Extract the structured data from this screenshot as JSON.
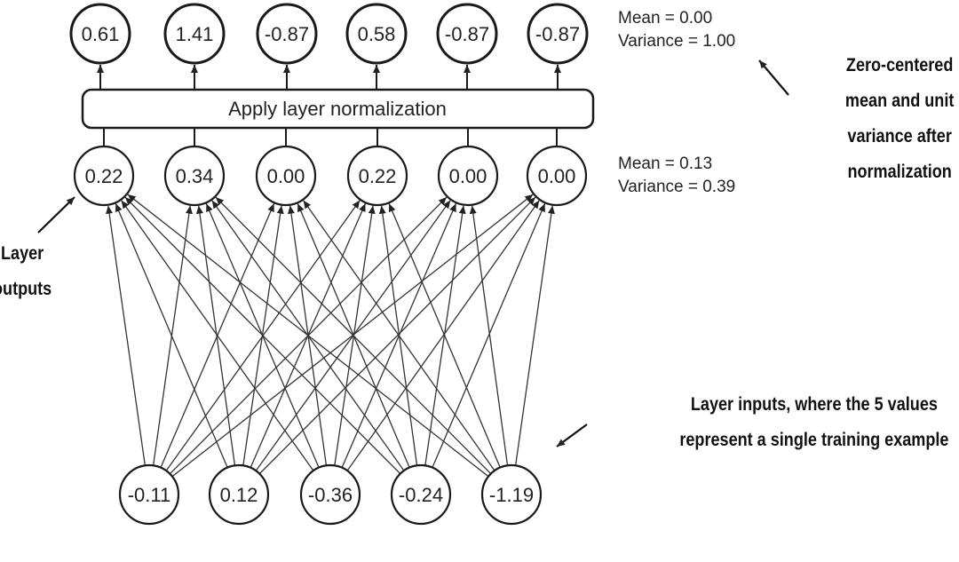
{
  "normalization_box": {
    "label": "Apply layer normalization"
  },
  "normalized_outputs": [
    "0.61",
    "1.41",
    "-0.87",
    "0.58",
    "-0.87",
    "-0.87"
  ],
  "layer_outputs": [
    "0.22",
    "0.34",
    "0.00",
    "0.22",
    "0.00",
    "0.00"
  ],
  "layer_inputs": [
    "-0.11",
    "0.12",
    "-0.36",
    "-0.24",
    "-1.19"
  ],
  "stats_after": {
    "mean": "Mean = 0.00",
    "variance": "Variance = 1.00"
  },
  "stats_before": {
    "mean": "Mean = 0.13",
    "variance": "Variance = 0.39"
  },
  "annotations": {
    "after_normalization": [
      "Zero-centered",
      "mean and unit",
      "variance after",
      "normalization"
    ],
    "layer_outputs": [
      "Layer",
      "outputs"
    ],
    "layer_inputs": [
      "Layer inputs, where the 5 values",
      "represent a single training example"
    ]
  },
  "colors": {
    "stroke": "#1a1a1a",
    "edge": "#333333"
  }
}
